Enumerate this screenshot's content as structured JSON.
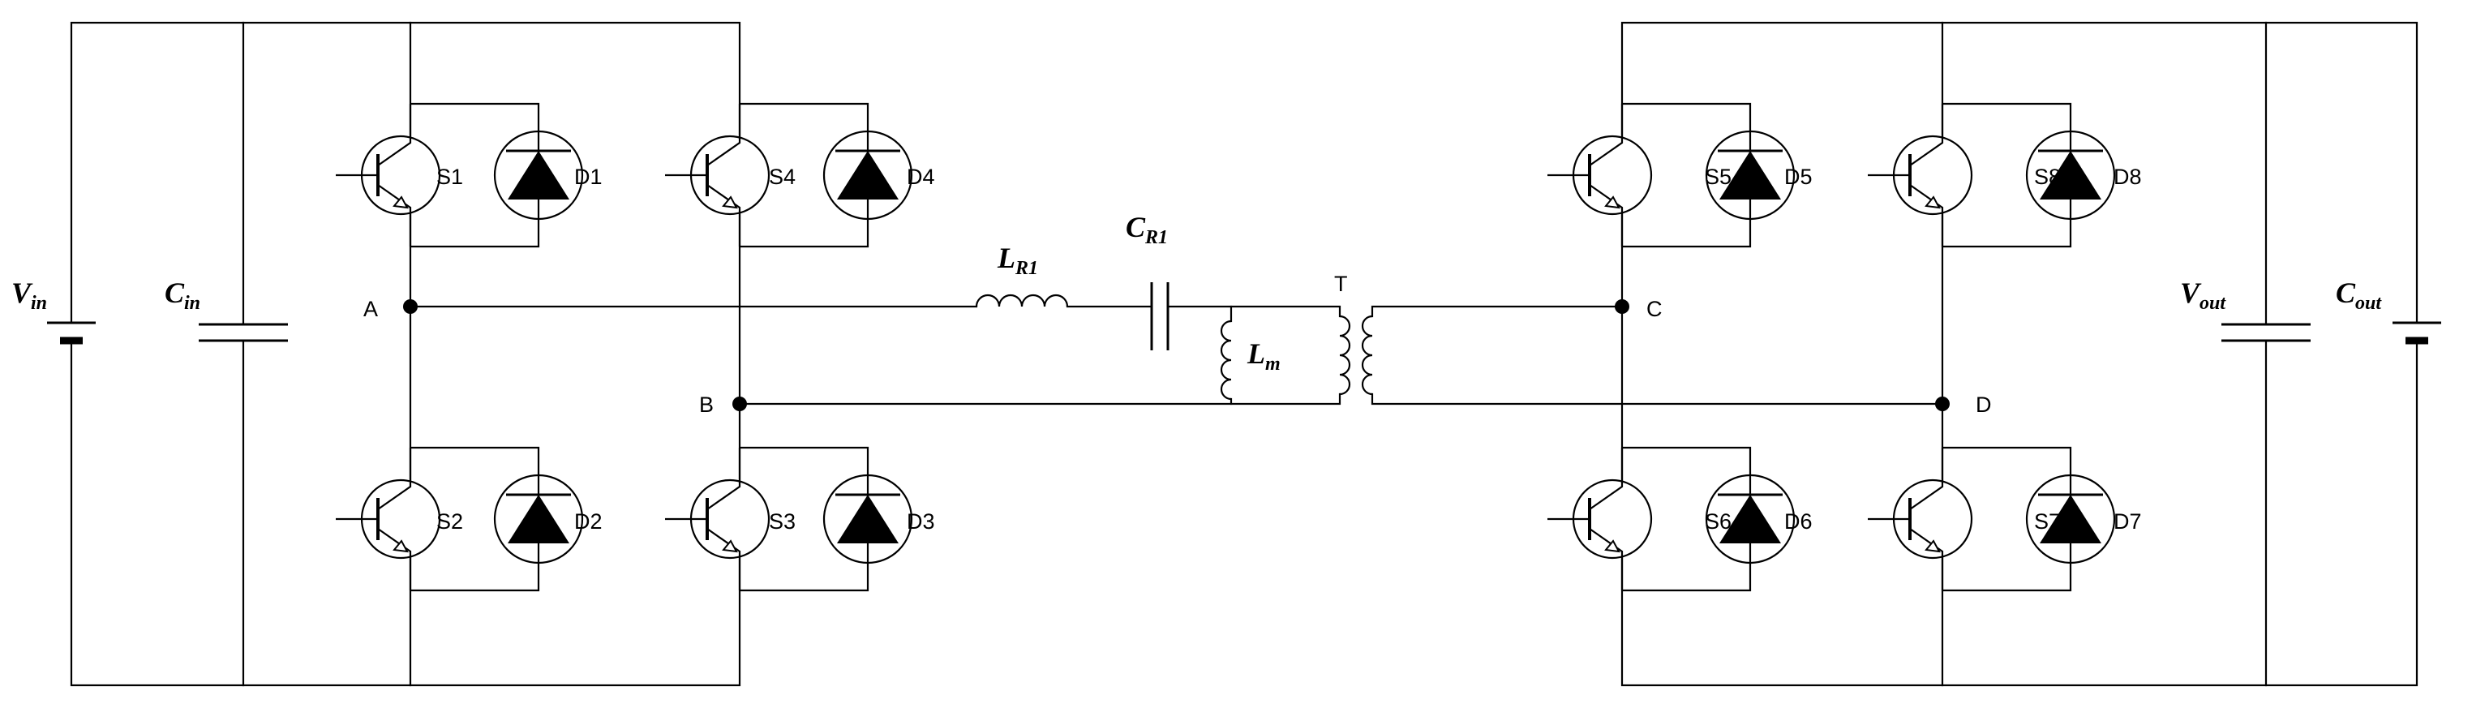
{
  "circuit": {
    "sources": [
      {
        "id": "vin",
        "main": "V",
        "sub": "in"
      },
      {
        "id": "vout",
        "main": "V",
        "sub": "out"
      }
    ],
    "capacitors": [
      {
        "id": "cin",
        "main": "C",
        "sub": "in"
      },
      {
        "id": "cout",
        "main": "C",
        "sub": "out"
      }
    ],
    "resonant": [
      {
        "id": "lr1",
        "main": "L",
        "sub": "R1"
      },
      {
        "id": "cr1",
        "main": "C",
        "sub": "R1"
      },
      {
        "id": "lm",
        "main": "L",
        "sub": "m"
      }
    ],
    "transformer": {
      "label": "T"
    },
    "nodes": [
      "A",
      "B",
      "C",
      "D"
    ],
    "switches": [
      "S1",
      "S2",
      "S3",
      "S4",
      "S5",
      "S6",
      "S7",
      "S8"
    ],
    "diodes": [
      "D1",
      "D2",
      "D3",
      "D4",
      "D5",
      "D6",
      "D7",
      "D8"
    ]
  }
}
